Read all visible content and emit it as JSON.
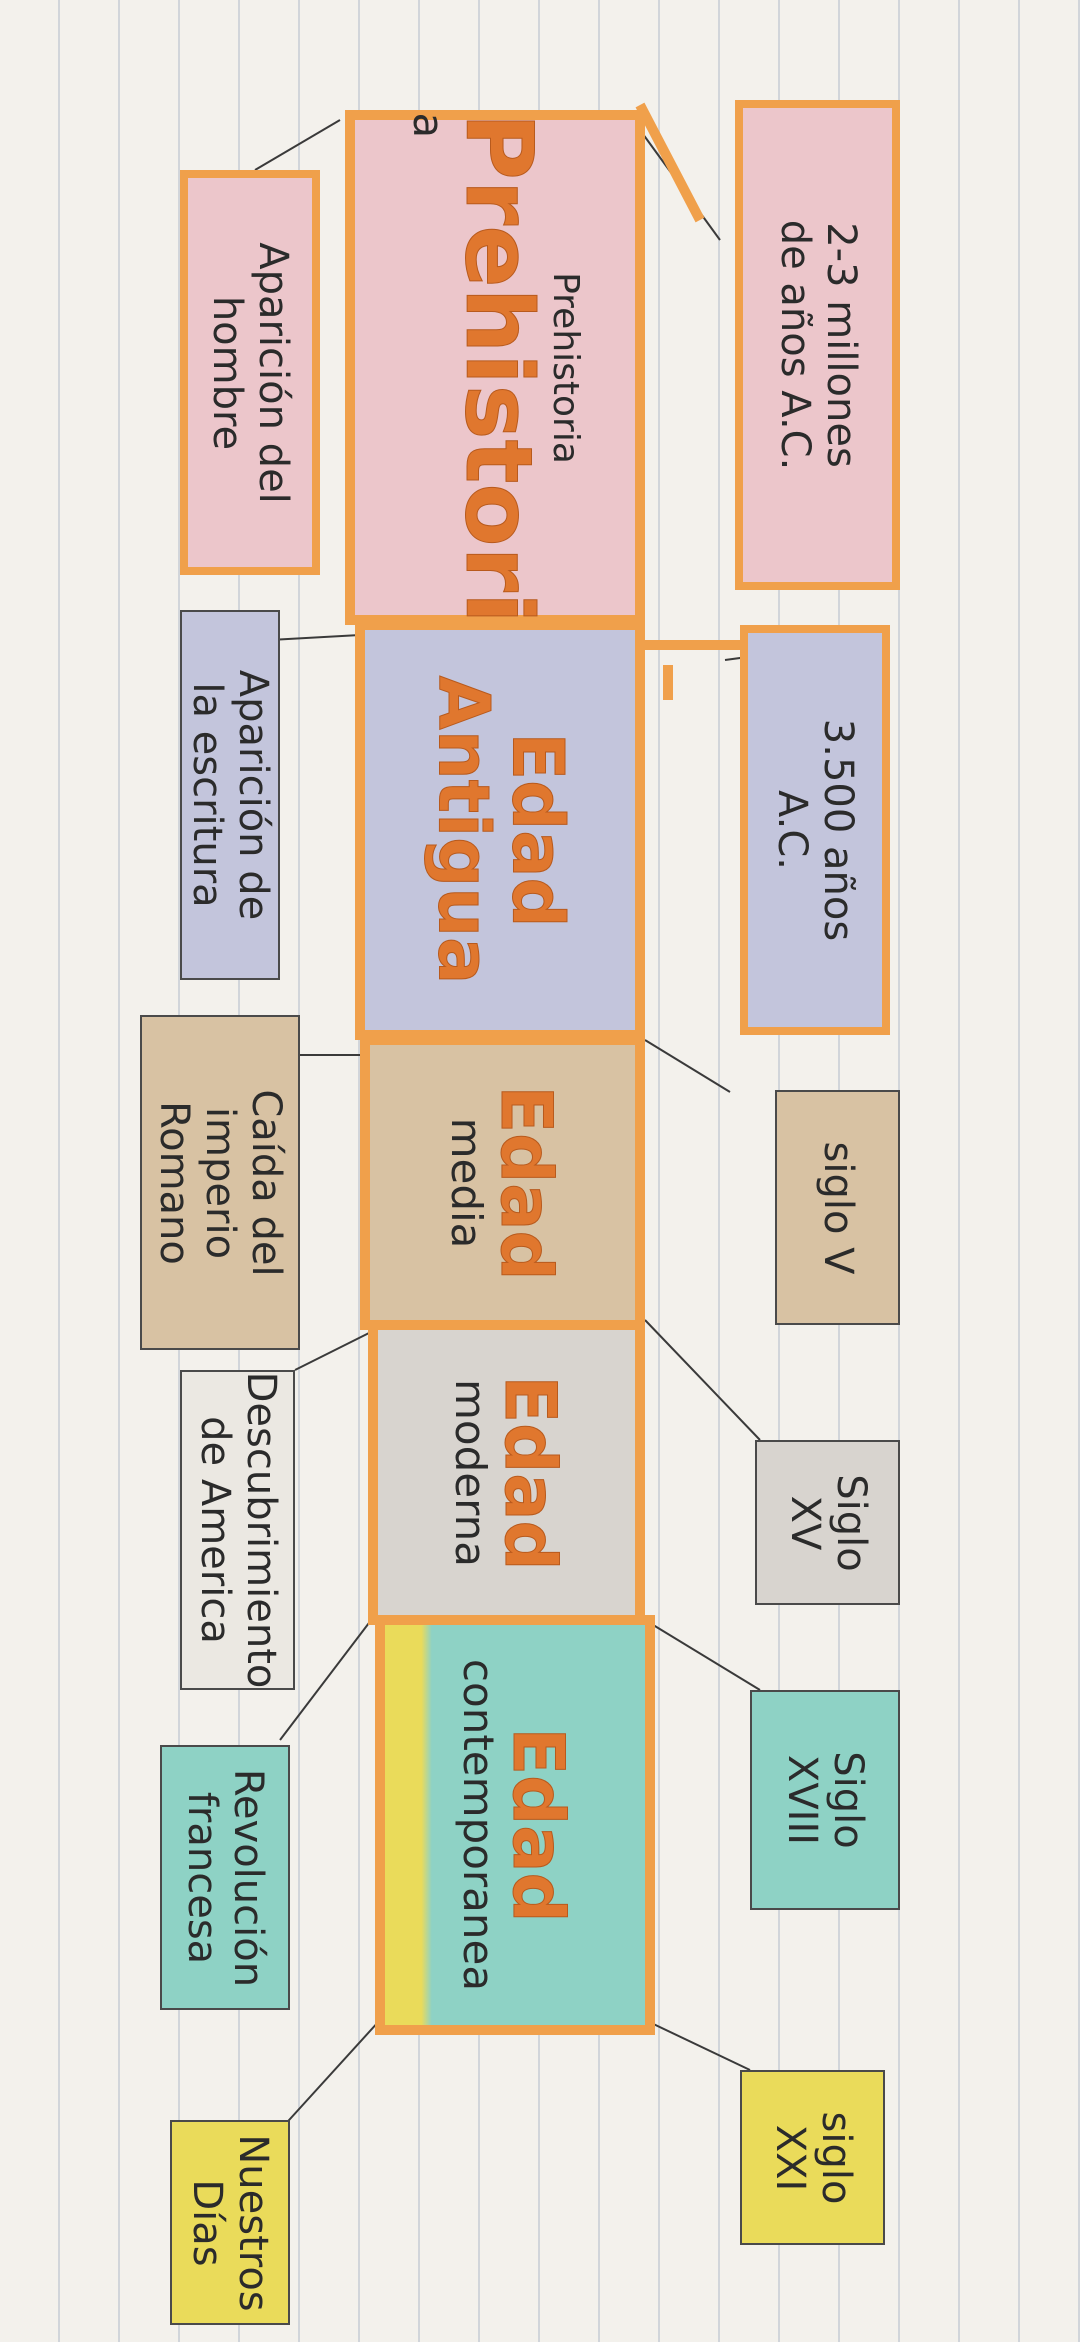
{
  "colors": {
    "orange_border": "#f0a04b",
    "dark_border": "#4a4a4a",
    "pink": "#ecc6cb",
    "blue": "#c3c5dc",
    "tan": "#d8c2a3",
    "grey": "#d8d4cf",
    "teal": "#8ed2c5",
    "yellow": "#eadb5a"
  },
  "eras": {
    "prehistoria": {
      "small": "Prehistoria",
      "big": "Prehistori",
      "tail": "a"
    },
    "antigua": {
      "title": "Edad",
      "sub": "Antigua"
    },
    "media": {
      "title": "Edad",
      "sub": "media"
    },
    "moderna": {
      "title": "Edad",
      "sub": "moderna"
    },
    "contemporanea": {
      "title": "Edad",
      "sub": "contemporanea"
    }
  },
  "dates": [
    {
      "line1": "2-3 millones",
      "line2": "de años A.C."
    },
    {
      "line1": "3.500 años",
      "line2": "A.C."
    },
    {
      "line1": "siglo V",
      "line2": ""
    },
    {
      "line1": "Siglo",
      "line2": "XV"
    },
    {
      "line1": "Siglo",
      "line2": "XVIII"
    },
    {
      "line1": "siglo",
      "line2": "XXI"
    }
  ],
  "events": [
    {
      "line1": "Aparición del",
      "line2": "hombre",
      "line3": ""
    },
    {
      "line1": "Aparición de",
      "line2": "la escritura",
      "line3": ""
    },
    {
      "line1": "Caída del",
      "line2": "imperio",
      "line3": "Romano"
    },
    {
      "line1": "Descubrimiento",
      "line2": "de America",
      "line3": ""
    },
    {
      "line1": "Revolución",
      "line2": "francesa",
      "line3": ""
    },
    {
      "line1": "Nuestros",
      "line2": "Días",
      "line3": ""
    }
  ]
}
